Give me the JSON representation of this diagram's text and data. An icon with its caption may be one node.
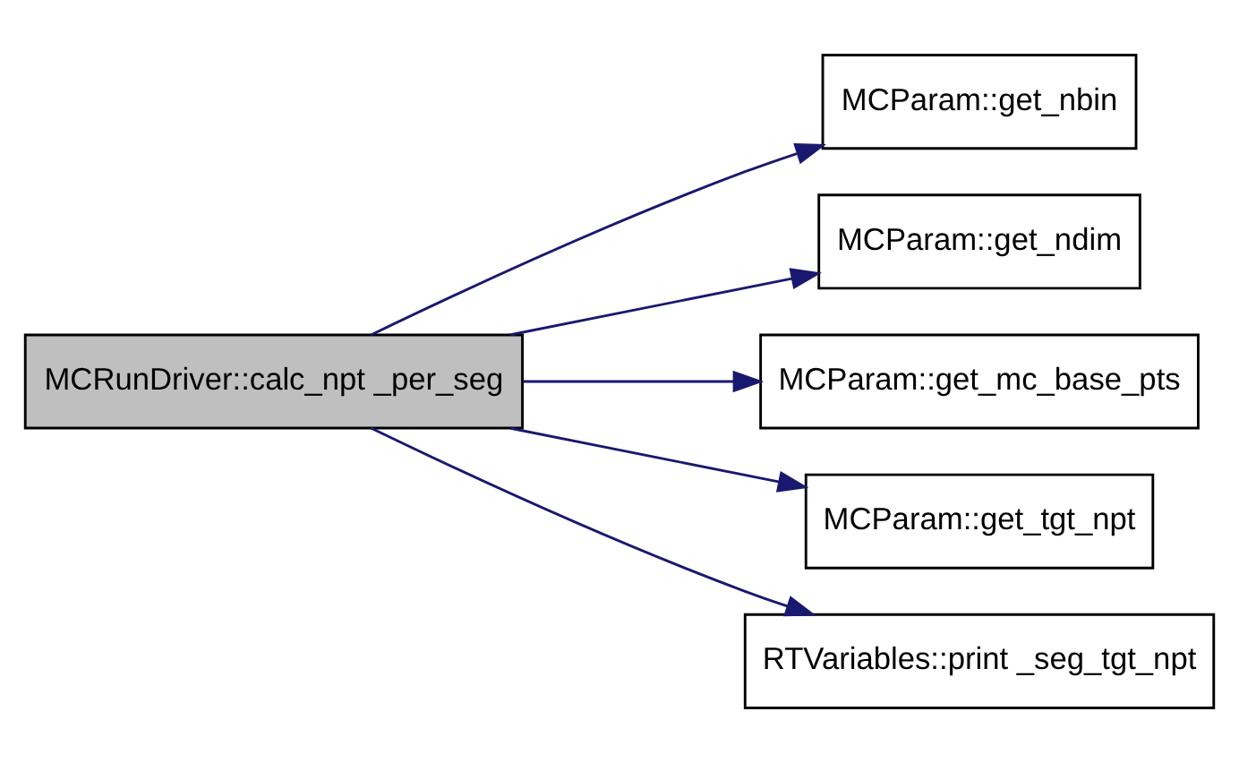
{
  "diagram": {
    "nodes": [
      {
        "text": [
          "MCRunDriver::calc_npt _per_seg"
        ]
      },
      {
        "text": [
          "MCParam::get_nbin"
        ]
      },
      {
        "text": [
          "MCParam::get_ndim"
        ]
      },
      {
        "text": [
          "MCParam::get_mc_base_pts"
        ]
      },
      {
        "text": [
          "MCParam::get_tgt_npt"
        ]
      },
      {
        "text": [
          "RTVariables::print _seg_tgt_npt"
        ]
      }
    ],
    "edges": [
      {
        "from": 0,
        "to": 1,
        "arrow": "to"
      },
      {
        "from": 0,
        "to": 2,
        "arrow": "to"
      },
      {
        "from": 0,
        "to": 3,
        "arrow": "to"
      },
      {
        "from": 0,
        "to": 4,
        "arrow": "to"
      },
      {
        "from": 0,
        "to": 5,
        "arrow": "to"
      }
    ]
  }
}
